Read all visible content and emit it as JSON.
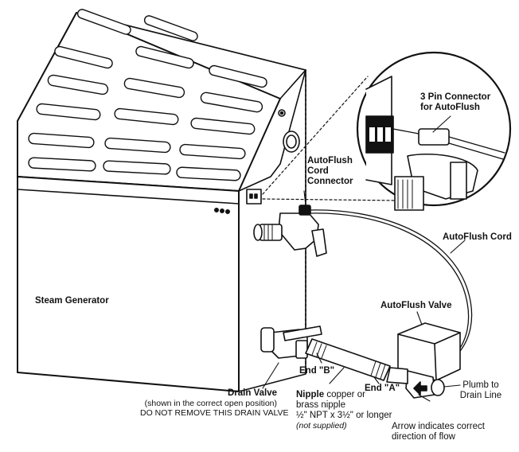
{
  "labels": {
    "pin_connector_line1": "3 Pin Connector",
    "pin_connector_line2": "for AutoFlush",
    "cord_connector_line1": "AutoFlush",
    "cord_connector_line2": "Cord",
    "cord_connector_line3": "Connector",
    "autoflush_cord": "AutoFlush Cord",
    "steam_generator": "Steam Generator",
    "autoflush_valve": "AutoFlush Valve",
    "drain_valve_title": "Drain Valve",
    "drain_valve_note": "(shown in the correct open position)",
    "drain_valve_warning": "DO NOT REMOVE THIS DRAIN VALVE",
    "end_b": "End \"B\"",
    "end_a": "End \"A\"",
    "nipple_title": "Nipple",
    "nipple_line1_rest": " copper or",
    "nipple_line2": "brass nipple",
    "nipple_line3": "½\" NPT x  3½\" or longer",
    "nipple_line4": "(not supplied)",
    "plumb_line1": "Plumb to",
    "plumb_line2": "Drain Line",
    "arrow_line1": "Arrow indicates correct",
    "arrow_line2": "direction of flow"
  },
  "colors": {
    "line": "#111111",
    "fill": "#ffffff",
    "arrow": "#111111"
  }
}
